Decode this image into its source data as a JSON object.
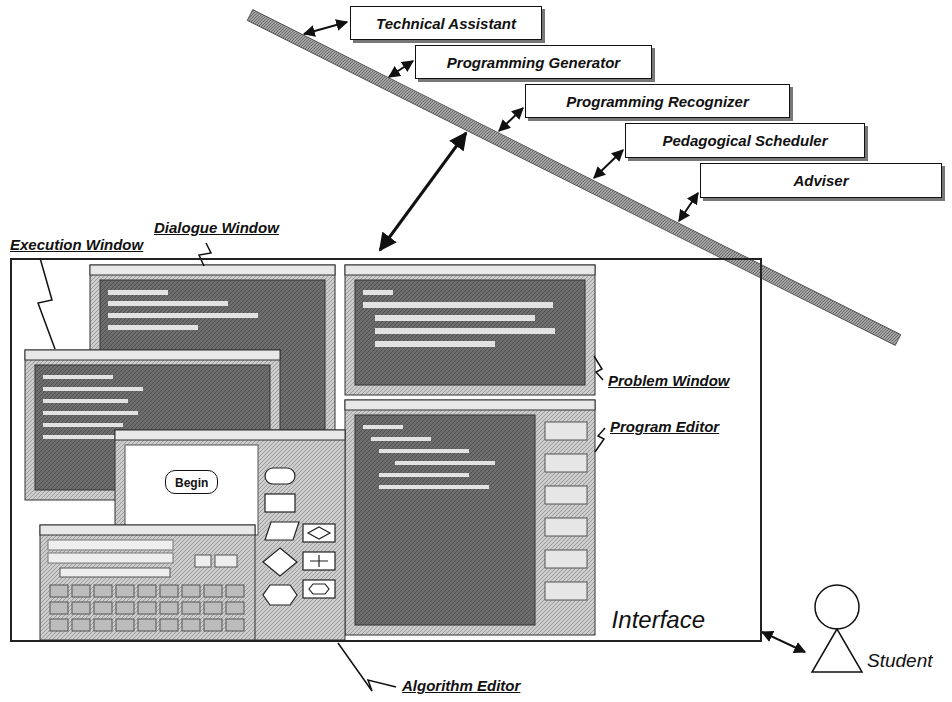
{
  "diagram": {
    "nodes": [
      {
        "text": [
          "Technical Assistant"
        ]
      },
      {
        "text": [
          "Programming Generator"
        ]
      },
      {
        "text": [
          "Programming Recognizer"
        ]
      },
      {
        "text": [
          "Pedagogical Scheduler"
        ]
      },
      {
        "text": [
          "Adviser"
        ]
      },
      {
        "text": [
          "Interface"
        ]
      },
      {
        "text": [
          "Begin"
        ],
        "in": 5
      },
      {
        "text": [
          "Student"
        ]
      }
    ],
    "edges": [
      {
        "from": 5,
        "to": 7,
        "arrow": "both"
      }
    ],
    "labels": [
      "Dialogue Window",
      "Execution Window",
      "Problem Window",
      "Program Editor",
      "Algorithm Editor"
    ]
  }
}
